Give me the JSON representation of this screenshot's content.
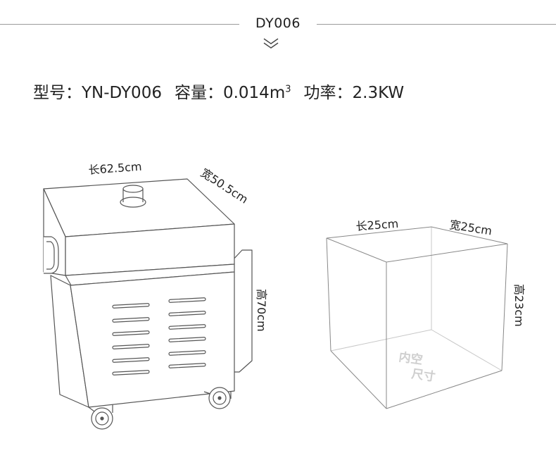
{
  "header": {
    "model_code": "DY006"
  },
  "specs": {
    "model_label": "型号：",
    "model_value": "YN-DY006",
    "capacity_label": "容量：",
    "capacity_value": "0.014m",
    "capacity_exp": "3",
    "power_label": "功率：",
    "power_value": "2.3KW"
  },
  "machine": {
    "length": "长62.5cm",
    "width": "宽50.5cm",
    "height": "高70cm"
  },
  "chamber": {
    "length": "长25cm",
    "width": "宽25cm",
    "height": "高23cm",
    "watermark_line1": "内空",
    "watermark_line2": "尺寸"
  },
  "colors": {
    "line": "#555555",
    "light_line": "#c8c8c8",
    "text": "#222222"
  }
}
